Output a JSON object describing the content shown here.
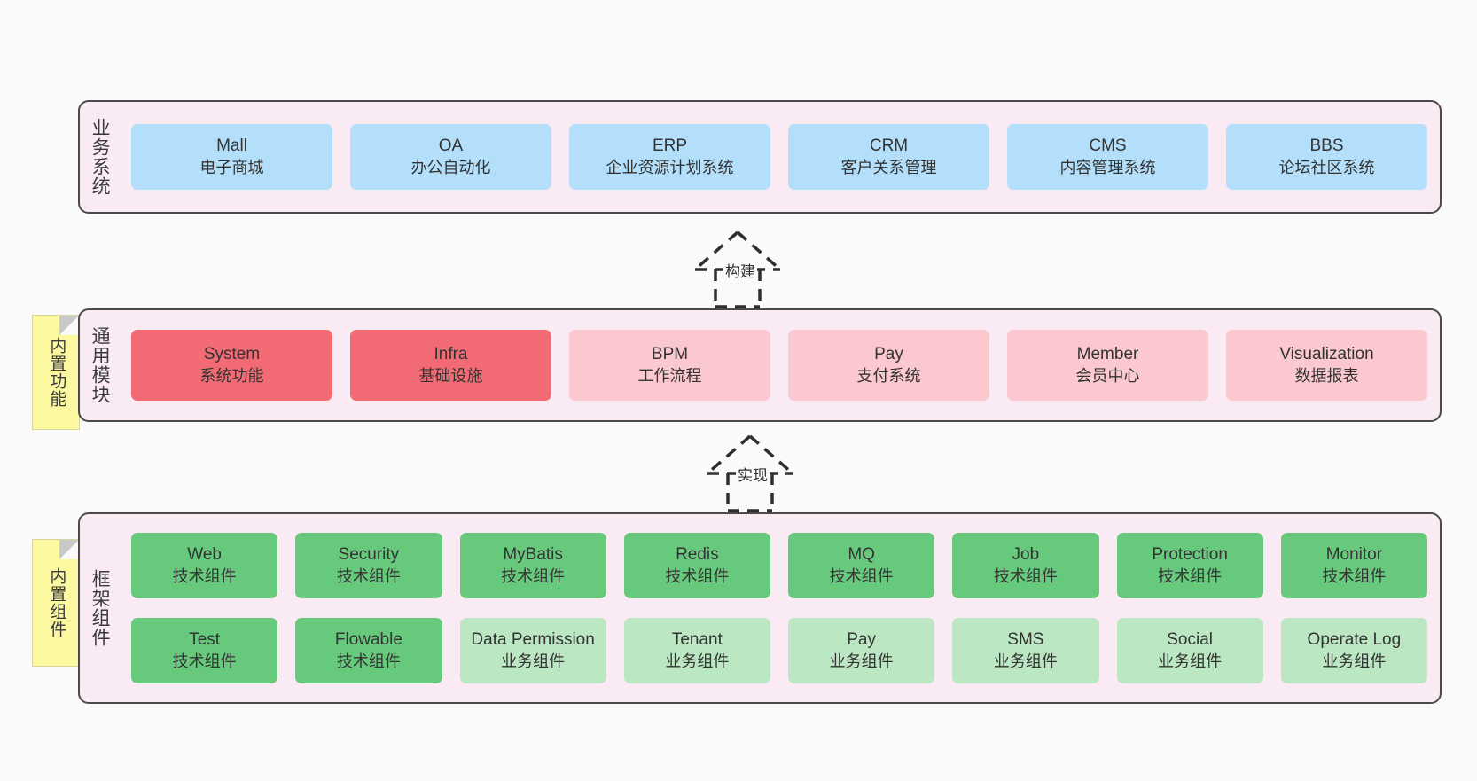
{
  "diagram": {
    "background": "#fafafa",
    "accent_colors": {
      "panel": "#faeaf4",
      "panel_border": "#4a4a4a",
      "business": "#b3dffb",
      "module_strong": "#f26b74",
      "module_soft": "#fac8ce",
      "framework_strong": "#66c97c",
      "framework_soft": "#bbe8c2",
      "sticky": "#fbf8a0"
    }
  },
  "layers": {
    "business": {
      "title": "业务系统",
      "cards": [
        {
          "en": "Mall",
          "cn": "电子商城"
        },
        {
          "en": "OA",
          "cn": "办公自动化"
        },
        {
          "en": "ERP",
          "cn": "企业资源计划系统"
        },
        {
          "en": "CRM",
          "cn": "客户关系管理"
        },
        {
          "en": "CMS",
          "cn": "内容管理系统"
        },
        {
          "en": "BBS",
          "cn": "论坛社区系统"
        }
      ]
    },
    "modules": {
      "title": "通用模块",
      "sticky": "内置功能",
      "cards": [
        {
          "en": "System",
          "cn": "系统功能",
          "tone": "strong"
        },
        {
          "en": "Infra",
          "cn": "基础设施",
          "tone": "strong"
        },
        {
          "en": "BPM",
          "cn": "工作流程",
          "tone": "soft"
        },
        {
          "en": "Pay",
          "cn": "支付系统",
          "tone": "soft"
        },
        {
          "en": "Member",
          "cn": "会员中心",
          "tone": "soft"
        },
        {
          "en": "Visualization",
          "cn": "数据报表",
          "tone": "soft"
        }
      ]
    },
    "framework": {
      "title": "框架组件",
      "sticky": "内置组件",
      "rows": [
        [
          {
            "en": "Web",
            "cn": "技术组件",
            "tone": "strong"
          },
          {
            "en": "Security",
            "cn": "技术组件",
            "tone": "strong"
          },
          {
            "en": "MyBatis",
            "cn": "技术组件",
            "tone": "strong"
          },
          {
            "en": "Redis",
            "cn": "技术组件",
            "tone": "strong"
          },
          {
            "en": "MQ",
            "cn": "技术组件",
            "tone": "strong"
          },
          {
            "en": "Job",
            "cn": "技术组件",
            "tone": "strong"
          },
          {
            "en": "Protection",
            "cn": "技术组件",
            "tone": "strong"
          },
          {
            "en": "Monitor",
            "cn": "技术组件",
            "tone": "strong"
          }
        ],
        [
          {
            "en": "Test",
            "cn": "技术组件",
            "tone": "strong"
          },
          {
            "en": "Flowable",
            "cn": "技术组件",
            "tone": "strong"
          },
          {
            "en": "Data Permission",
            "cn": "业务组件",
            "tone": "soft"
          },
          {
            "en": "Tenant",
            "cn": "业务组件",
            "tone": "soft"
          },
          {
            "en": "Pay",
            "cn": "业务组件",
            "tone": "soft"
          },
          {
            "en": "SMS",
            "cn": "业务组件",
            "tone": "soft"
          },
          {
            "en": "Social",
            "cn": "业务组件",
            "tone": "soft"
          },
          {
            "en": "Operate Log",
            "cn": "业务组件",
            "tone": "soft"
          }
        ]
      ]
    }
  },
  "arrows": [
    {
      "id": "build",
      "label": "构建",
      "style": "dashed-generalization",
      "direction": "up"
    },
    {
      "id": "impl",
      "label": "实现",
      "style": "dashed-generalization",
      "direction": "up"
    }
  ]
}
